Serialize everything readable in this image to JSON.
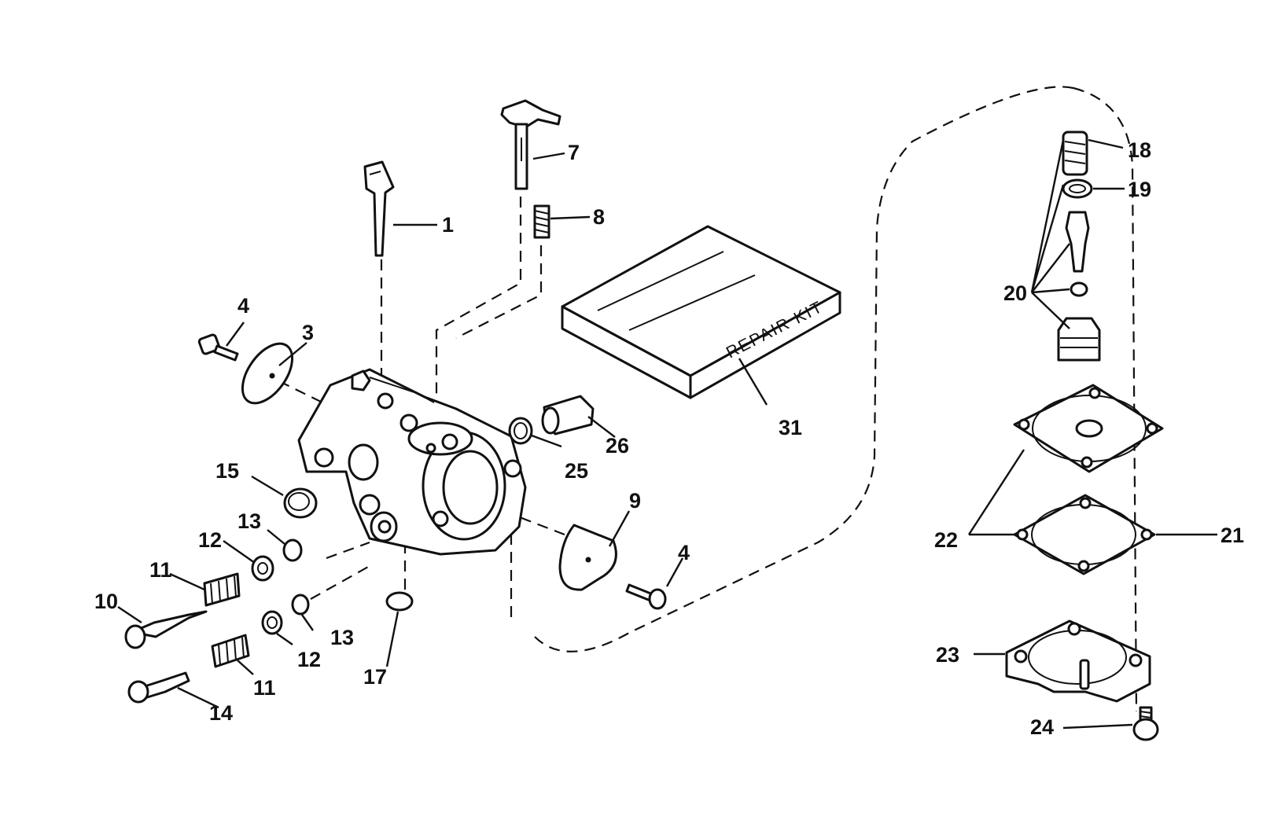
{
  "labels": {
    "l1": "1",
    "l3": "3",
    "l4a": "4",
    "l4b": "4",
    "l7": "7",
    "l8": "8",
    "l9": "9",
    "l10": "10",
    "l11a": "11",
    "l11b": "11",
    "l12a": "12",
    "l12b": "12",
    "l13a": "13",
    "l13b": "13",
    "l14": "14",
    "l15": "15",
    "l17": "17",
    "l18": "18",
    "l19": "19",
    "l20": "20",
    "l21": "21",
    "l22": "22",
    "l23": "23",
    "l24": "24",
    "l25": "25",
    "l26": "26",
    "l31": "31"
  },
  "repair_kit_text": "REPAIR KIT"
}
